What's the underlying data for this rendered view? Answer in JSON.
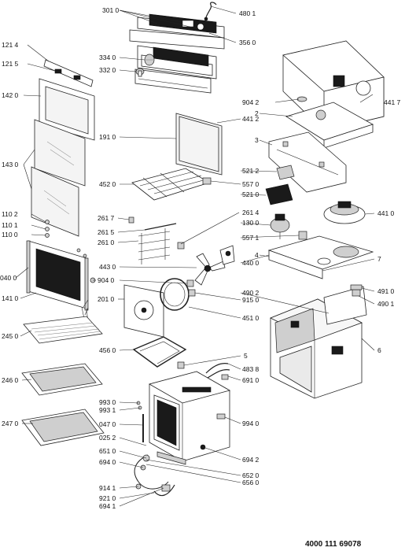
{
  "footer_code": "4000 111 69078",
  "labels": {
    "l3010": "301 0",
    "l4801": "480 1",
    "l3560": "356 0",
    "l3340": "334 0",
    "l3320": "332 0",
    "l1214": "121 4",
    "l1215": "121 5",
    "l1420": "142 0",
    "l1430": "143 0",
    "l1102": "110 2",
    "l1101": "110 1",
    "l1100": "110 0",
    "l0400": "040 0",
    "l1410": "141 0",
    "l2450": "245 0",
    "l2460": "246 0",
    "l2470": "247 0",
    "l1910": "191 0",
    "l4412": "441 2",
    "l4520": "452 0",
    "l5570": "557 0",
    "l5212": "521 2",
    "l5210": "521 0",
    "l2617": "261 7",
    "l2615": "261 5",
    "l2610": "261 0",
    "l2614": "261 4",
    "l1300": "130 0",
    "l5571": "557 1",
    "l4430": "443 0",
    "l4400": "440 0",
    "l9040": "904 0",
    "l2010": "201 0",
    "l4902": "490 2",
    "l9150": "915 0",
    "l4510": "451 0",
    "l4560": "456 0",
    "l5": "5",
    "l4838": "483 8",
    "l6910": "691 0",
    "l9930": "993 0",
    "l9931": "993 1",
    "l0470": "047 0",
    "l0252": "025 2",
    "l9940": "994 0",
    "l6510": "651 0",
    "l6940": "694 0",
    "l6942": "694 2",
    "l6520": "652 0",
    "l6560": "656 0",
    "l9141": "914 1",
    "l9210": "921 0",
    "l6941": "694 1",
    "l9042": "904 2",
    "l4417": "441 7",
    "l2": "2",
    "l3": "3",
    "l4410": "441 0",
    "l4": "4",
    "l7": "7",
    "l4910": "491 0",
    "l4901": "490 1",
    "l6": "6"
  }
}
